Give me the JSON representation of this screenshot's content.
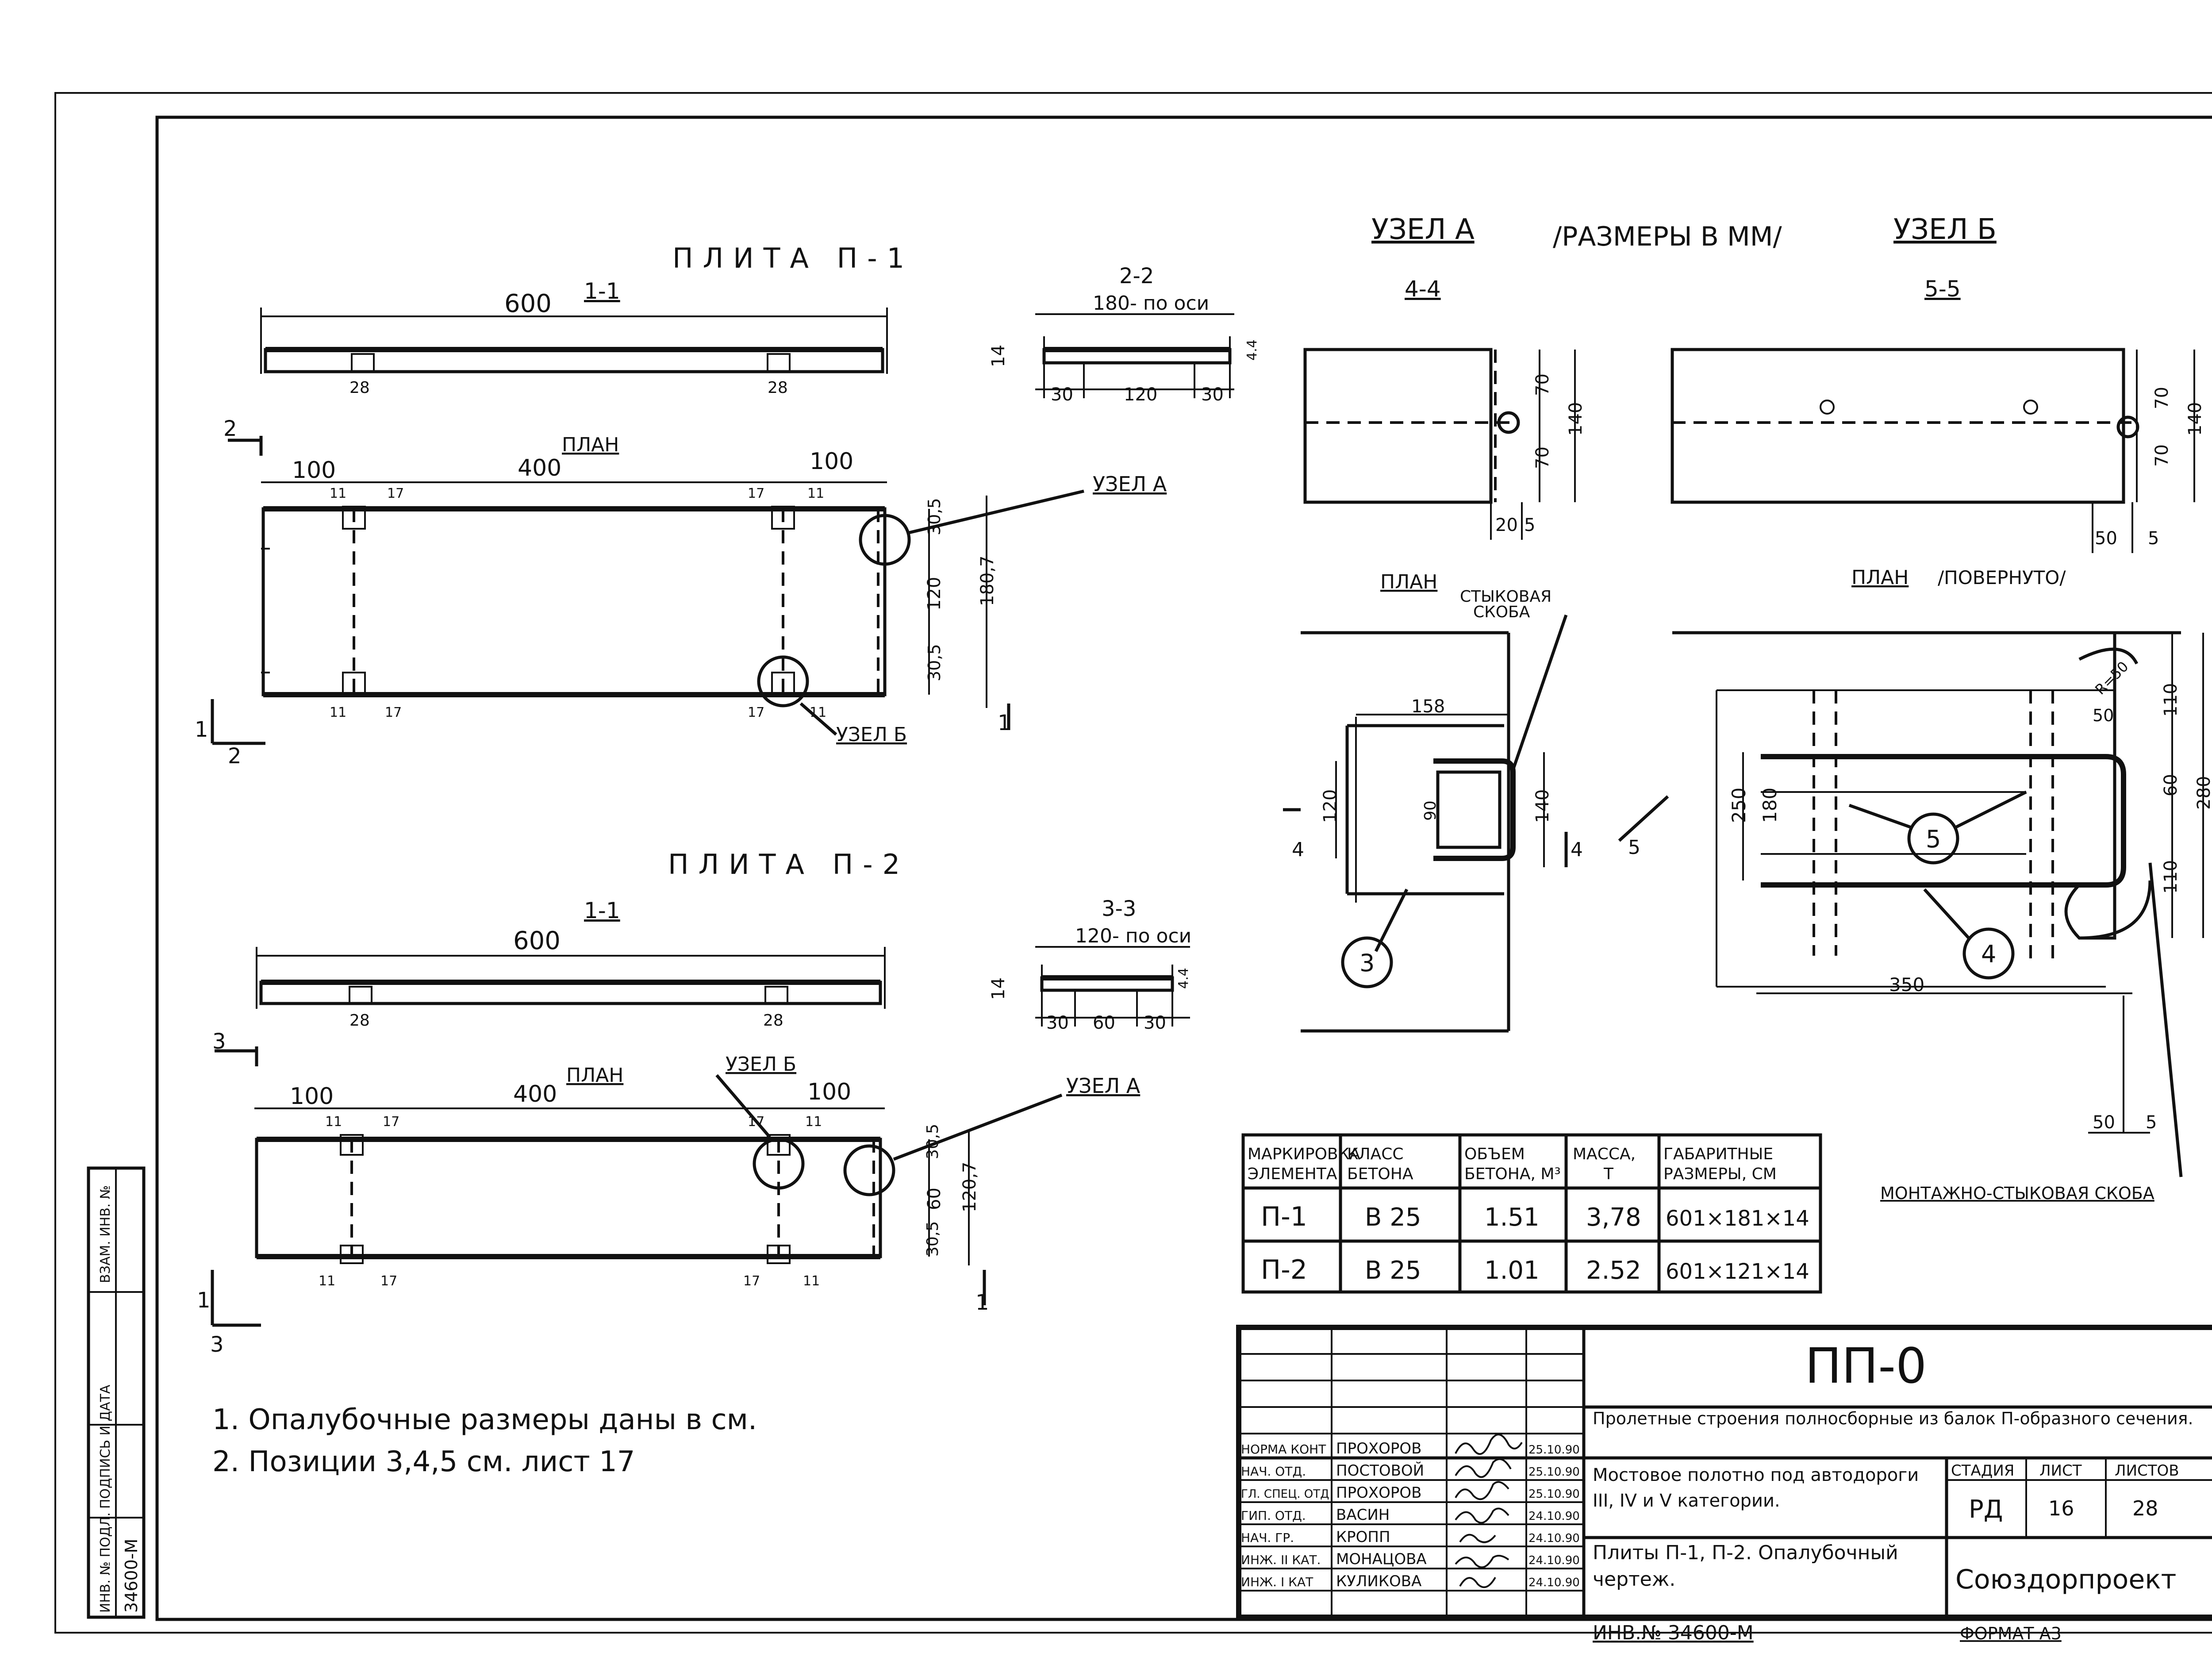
{
  "plate_p1": {
    "title": "ПЛИТА П-1",
    "section_1_1": "1-1",
    "section_2_2": "2-2",
    "length": "600",
    "notch_a": "28",
    "notch_b": "28",
    "axis_label": "180- по оси",
    "dim_30a": "30",
    "dim_120": "120",
    "dim_30b": "30",
    "dim_14": "14",
    "dim_4x": "4.4",
    "plan_label": "ПЛАН",
    "plan_100a": "100",
    "plan_400": "400",
    "plan_100b": "100",
    "plan_11a": "11",
    "plan_17a": "17",
    "plan_17b": "17",
    "plan_11b": "11",
    "plan_11c": "11",
    "plan_17c": "17",
    "plan_17d": "17",
    "plan_11d": "11",
    "right_30_5a": "30,5",
    "right_120": "120",
    "right_30_5b": "30,5",
    "right_180_7": "180,7",
    "node_a": "УЗЕЛ А",
    "node_b": "УЗЕЛ Б",
    "mark_2a": "2",
    "mark_2b": "2",
    "mark_1a": "1",
    "mark_1b": "1"
  },
  "plate_p2": {
    "title": "ПЛИТА П-2",
    "section_1_1": "1-1",
    "section_3_3": "3-3",
    "length": "600",
    "notch_a": "28",
    "notch_b": "28",
    "axis_label": "120- по оси",
    "dim_30a": "30",
    "dim_60": "60",
    "dim_30b": "30",
    "dim_14": "14",
    "dim_4x": "4.4",
    "plan_label": "ПЛАН",
    "plan_100a": "100",
    "plan_400": "400",
    "plan_100b": "100",
    "plan_11a": "11",
    "plan_17a": "17",
    "plan_17b": "17",
    "plan_11b": "11",
    "plan_11c": "11",
    "plan_17c": "17",
    "plan_17d": "17",
    "plan_11d": "11",
    "right_30_5a": "30,5",
    "right_60": "60",
    "right_30_5b": "30,5",
    "right_120_7": "120,7",
    "node_a": "УЗЕЛ А",
    "node_b": "УЗЕЛ Б",
    "mark_3a": "3",
    "mark_3b": "3",
    "mark_1a": "1",
    "mark_1b": "1"
  },
  "node_a": {
    "title": "УЗЕЛ А",
    "section": "4-4",
    "dim_20": "20",
    "dim_5": "5",
    "dim_70a": "70",
    "dim_140": "140",
    "dim_70b": "70",
    "plan_label": "ПЛАН",
    "bracket_label_1": "СТЫКОВАЯ",
    "bracket_label_2": "СКОБА",
    "dim_158": "158",
    "dim_120": "120",
    "dim_90": "90",
    "dim_140b": "140",
    "mark_4a": "4",
    "mark_4b": "4",
    "callout_3": "3"
  },
  "size_note": "/РАЗМЕРЫ В ММ/",
  "node_b": {
    "title": "УЗЕЛ Б",
    "section": "5-5",
    "dim_50a": "50",
    "dim_5a": "5",
    "dim_70a": "70",
    "dim_140": "140",
    "dim_70b": "70",
    "plan_label": "ПЛАН",
    "plan_note": "/ПОВЕРНУТО/",
    "dim_r50": "R=50",
    "dim_50b": "50",
    "dim_110a": "110",
    "dim_60": "60",
    "dim_280": "280",
    "dim_110b": "110",
    "dim_250": "250",
    "dim_180": "180",
    "dim_350": "350",
    "dim_50c": "50",
    "dim_5c": "5",
    "callout_5": "5",
    "callout_4": "4",
    "mark_5": "5",
    "bracket_label": "МОНТАЖНО-СТЫКОВАЯ СКОБА"
  },
  "spec_table": {
    "headers": [
      "МАРКИРОВКА ЭЛЕМЕНТА",
      "КЛАСС БЕТОНА",
      "ОБЪЕМ БЕТОНА, М³",
      "МАССА, Т",
      "ГАБАРИТНЫЕ РАЗМЕРЫ, СМ"
    ],
    "rows": [
      [
        "П-1",
        "В 25",
        "1.51",
        "3,78",
        "601×181×14"
      ],
      [
        "П-2",
        "В 25",
        "1.01",
        "2.52",
        "601×121×14"
      ]
    ]
  },
  "notes": [
    "1. Опалубочные размеры даны в см.",
    "2. Позиции 3,4,5 см. лист 17"
  ],
  "title_block": {
    "code": "ПП-0",
    "project": "Пролетные строения полносборные из балок П-образного сечения.",
    "subject": "Мостовое полотно под автодороги III, IV и V категории.",
    "drawing": "Плиты П-1, П-2. Опалубочный чертеж.",
    "org": "Союздорпроект",
    "stage_label": "СТАДИЯ",
    "sheet_label": "ЛИСТ",
    "sheets_label": "ЛИСТОВ",
    "stage": "РД",
    "sheet": "16",
    "sheets": "28",
    "staff": [
      {
        "role": "НОРМА КОНТ",
        "name": "ПРОХОРОВ",
        "date": "25.10.90"
      },
      {
        "role": "НАЧ. ОТД.",
        "name": "ПОСТОВОЙ",
        "date": "25.10.90"
      },
      {
        "role": "ГЛ. СПЕЦ. ОТД",
        "name": "ПРОХОРОВ",
        "date": "25.10.90"
      },
      {
        "role": "ГИП. ОТД.",
        "name": "ВАСИН",
        "date": "24.10.90"
      },
      {
        "role": "НАЧ. ГР.",
        "name": "КРОПП",
        "date": "24.10.90"
      },
      {
        "role": "ИНЖ. II КАТ.",
        "name": "МОНАЦОВА",
        "date": "24.10.90"
      },
      {
        "role": "ИНЖ. I КАТ",
        "name": "КУЛИКОВА",
        "date": "24.10.90"
      }
    ],
    "inventory": "ИНВ.№ 34600-М",
    "format": "ФОРМАТ А3"
  },
  "side_stamp": {
    "inv_podl": "ИНВ. № ПОДЛ.",
    "sign_date": "ПОДПИСЬ И ДАТА",
    "vzam": "ВЗАМ. ИНВ. №",
    "inv_value": "34600-М"
  }
}
